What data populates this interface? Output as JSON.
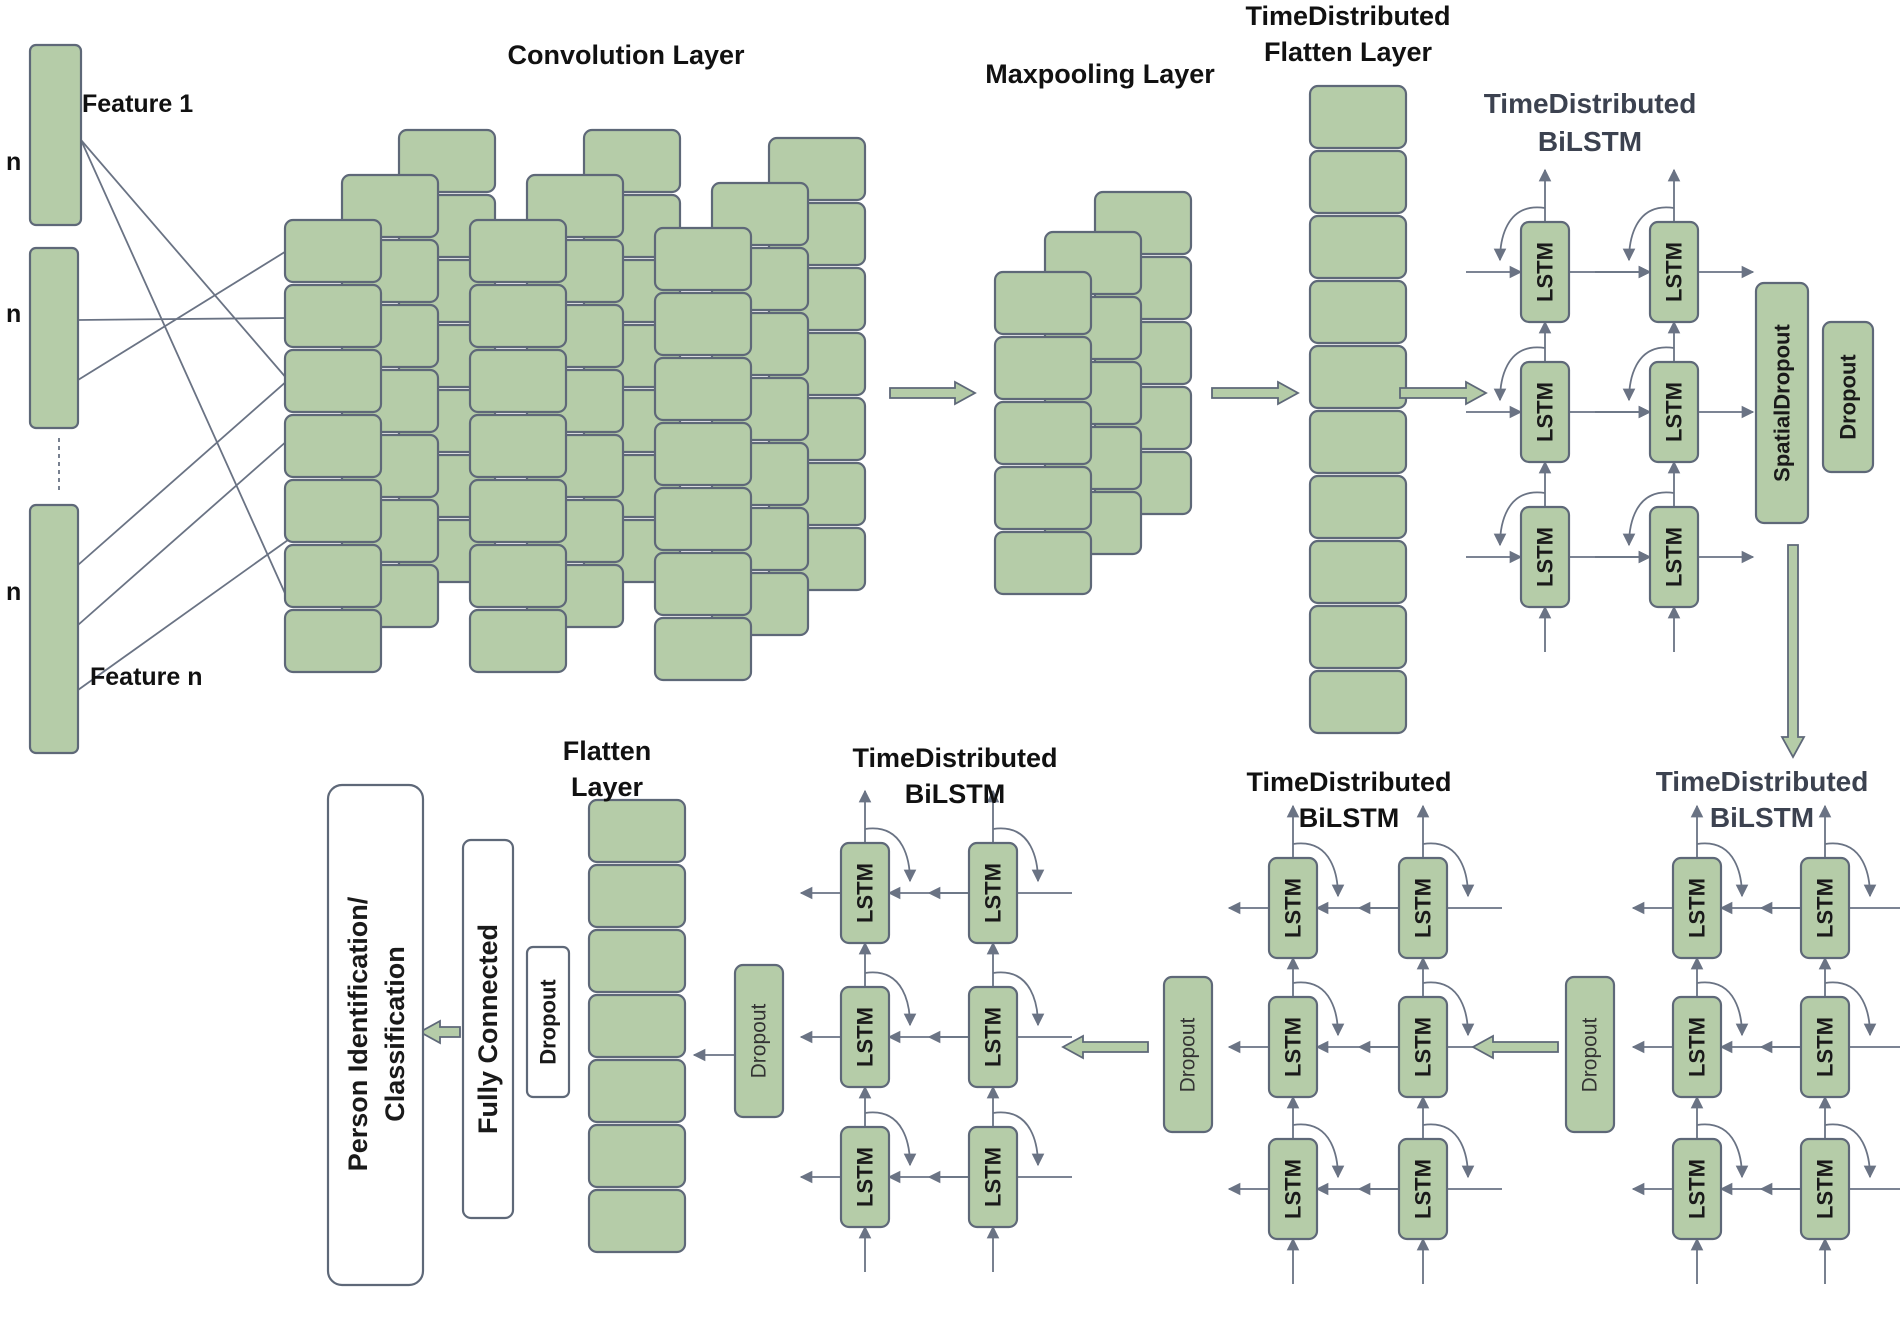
{
  "colors": {
    "cell_fill": "#b5cca8",
    "cell_stroke": "#5e6878",
    "line": "#6a7384",
    "arrow_fill": "#b5cca8",
    "text": "#111111"
  },
  "inputs": {
    "feature_first": "Feature 1",
    "feature_last": "Feature n",
    "n_labels": [
      "n",
      "n",
      "n"
    ]
  },
  "layers": {
    "convolution": "Convolution Layer",
    "maxpooling": "Maxpooling Layer",
    "td_flatten": [
      "TimeDistributed",
      "Flatten Layer"
    ],
    "bilstm_1": [
      "TimeDistributed",
      "BiLSTM"
    ],
    "bilstm_2": [
      "TimeDistributed",
      "BiLSTM"
    ],
    "bilstm_3": [
      "TimeDistributed",
      "BiLSTM"
    ],
    "bilstm_4": [
      "TimeDistributed",
      "BiLSTM"
    ],
    "flatten": [
      "Flatten",
      "Layer"
    ]
  },
  "blocks": {
    "lstm": "LSTM",
    "spatial_dropout": "SpatialDropout",
    "dropout": "Dropout",
    "fully_connected": "Fully Connected",
    "output": [
      "Person Identification/",
      "Classification"
    ]
  }
}
